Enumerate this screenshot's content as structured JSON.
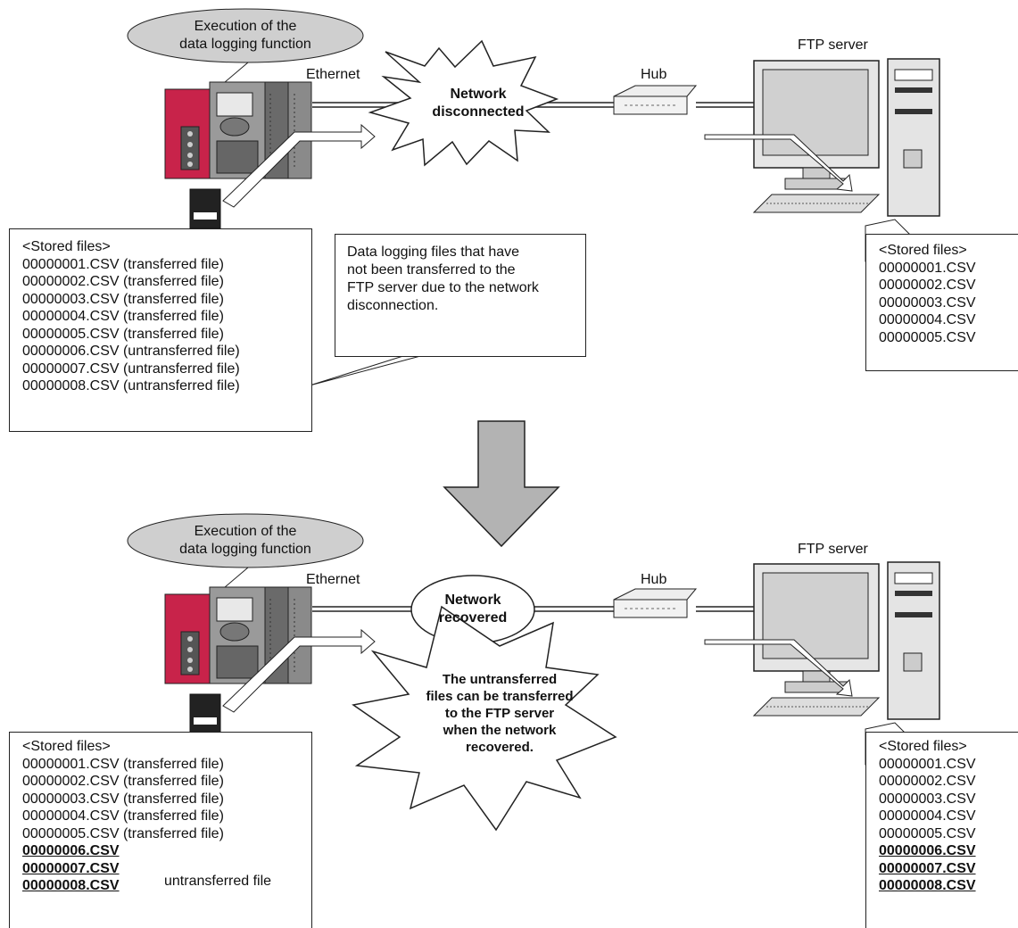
{
  "top": {
    "bubble": "Execution of the\ndata logging function",
    "ethernet": "Ethernet",
    "network_status": "Network\ndisconnected",
    "hub": "Hub",
    "ftp_server": "FTP server",
    "plc_files": {
      "title": "<Stored files>",
      "transferred": [
        "00000001.CSV (transferred file)",
        "00000002.CSV (transferred file)",
        "00000003.CSV (transferred file)",
        "00000004.CSV (transferred file)",
        "00000005.CSV (transferred file)"
      ],
      "untransferred": [
        "00000006.CSV (untransferred file)",
        "00000007.CSV (untransferred file)",
        "00000008.CSV (untransferred file)"
      ]
    },
    "callout": "Data logging files that have\nnot been transferred to the\nFTP server due to the network\ndisconnection.",
    "server_files": {
      "title": "<Stored files>",
      "files": [
        "00000001.CSV",
        "00000002.CSV",
        "00000003.CSV",
        "00000004.CSV",
        "00000005.CSV"
      ]
    }
  },
  "bottom": {
    "bubble": "Execution of the\ndata logging function",
    "ethernet": "Ethernet",
    "network_status": "Network\nrecovered",
    "hub": "Hub",
    "ftp_server": "FTP server",
    "plc_files": {
      "title": "<Stored files>",
      "transferred": [
        "00000001.CSV (transferred file)",
        "00000002.CSV (transferred file)",
        "00000003.CSV (transferred file)",
        "00000004.CSV (transferred file)",
        "00000005.CSV (transferred file)"
      ],
      "untransferred": [
        "00000006.CSV",
        "00000007.CSV",
        "00000008.CSV"
      ],
      "untransferred_label": "untransferred file"
    },
    "burst_text": "The untransferred\nfiles can be transferred\nto the FTP server\nwhen the network\nrecovered.",
    "server_files": {
      "title": "<Stored files>",
      "transferred": [
        "00000001.CSV",
        "00000002.CSV",
        "00000003.CSV",
        "00000004.CSV",
        "00000005.CSV"
      ],
      "new": [
        "00000006.CSV",
        "00000007.CSV",
        "00000008.CSV"
      ]
    }
  },
  "colors": {
    "plc_red": "#c8234a",
    "bubble_gray": "#cfcfcf",
    "outline": "#222222"
  }
}
